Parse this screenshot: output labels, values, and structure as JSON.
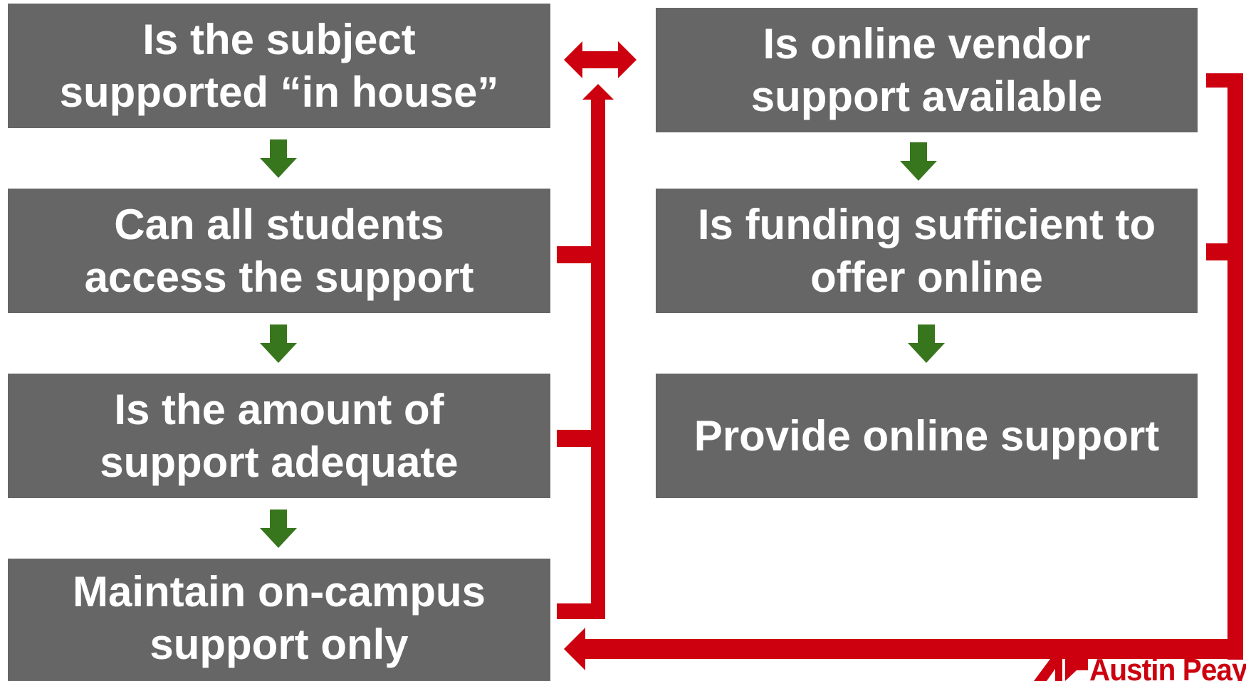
{
  "left_column": [
    {
      "lines": [
        "Is the subject",
        "supported “in house”"
      ]
    },
    {
      "lines": [
        "Can all students",
        "access the support"
      ]
    },
    {
      "lines": [
        "Is the amount of",
        "support adequate"
      ]
    },
    {
      "lines": [
        "Maintain on-campus",
        "support only"
      ]
    }
  ],
  "right_column": [
    {
      "lines": [
        "Is online vendor",
        "support available"
      ]
    },
    {
      "lines": [
        "Is funding sufficient to",
        "offer online"
      ]
    },
    {
      "lines": [
        "Provide online support"
      ]
    }
  ],
  "colors": {
    "box": "#666666",
    "box_text": "#ffffff",
    "yes_arrow": "#38761d",
    "no_connector": "#cc000e"
  },
  "logo": {
    "text": "Austin Peay"
  }
}
